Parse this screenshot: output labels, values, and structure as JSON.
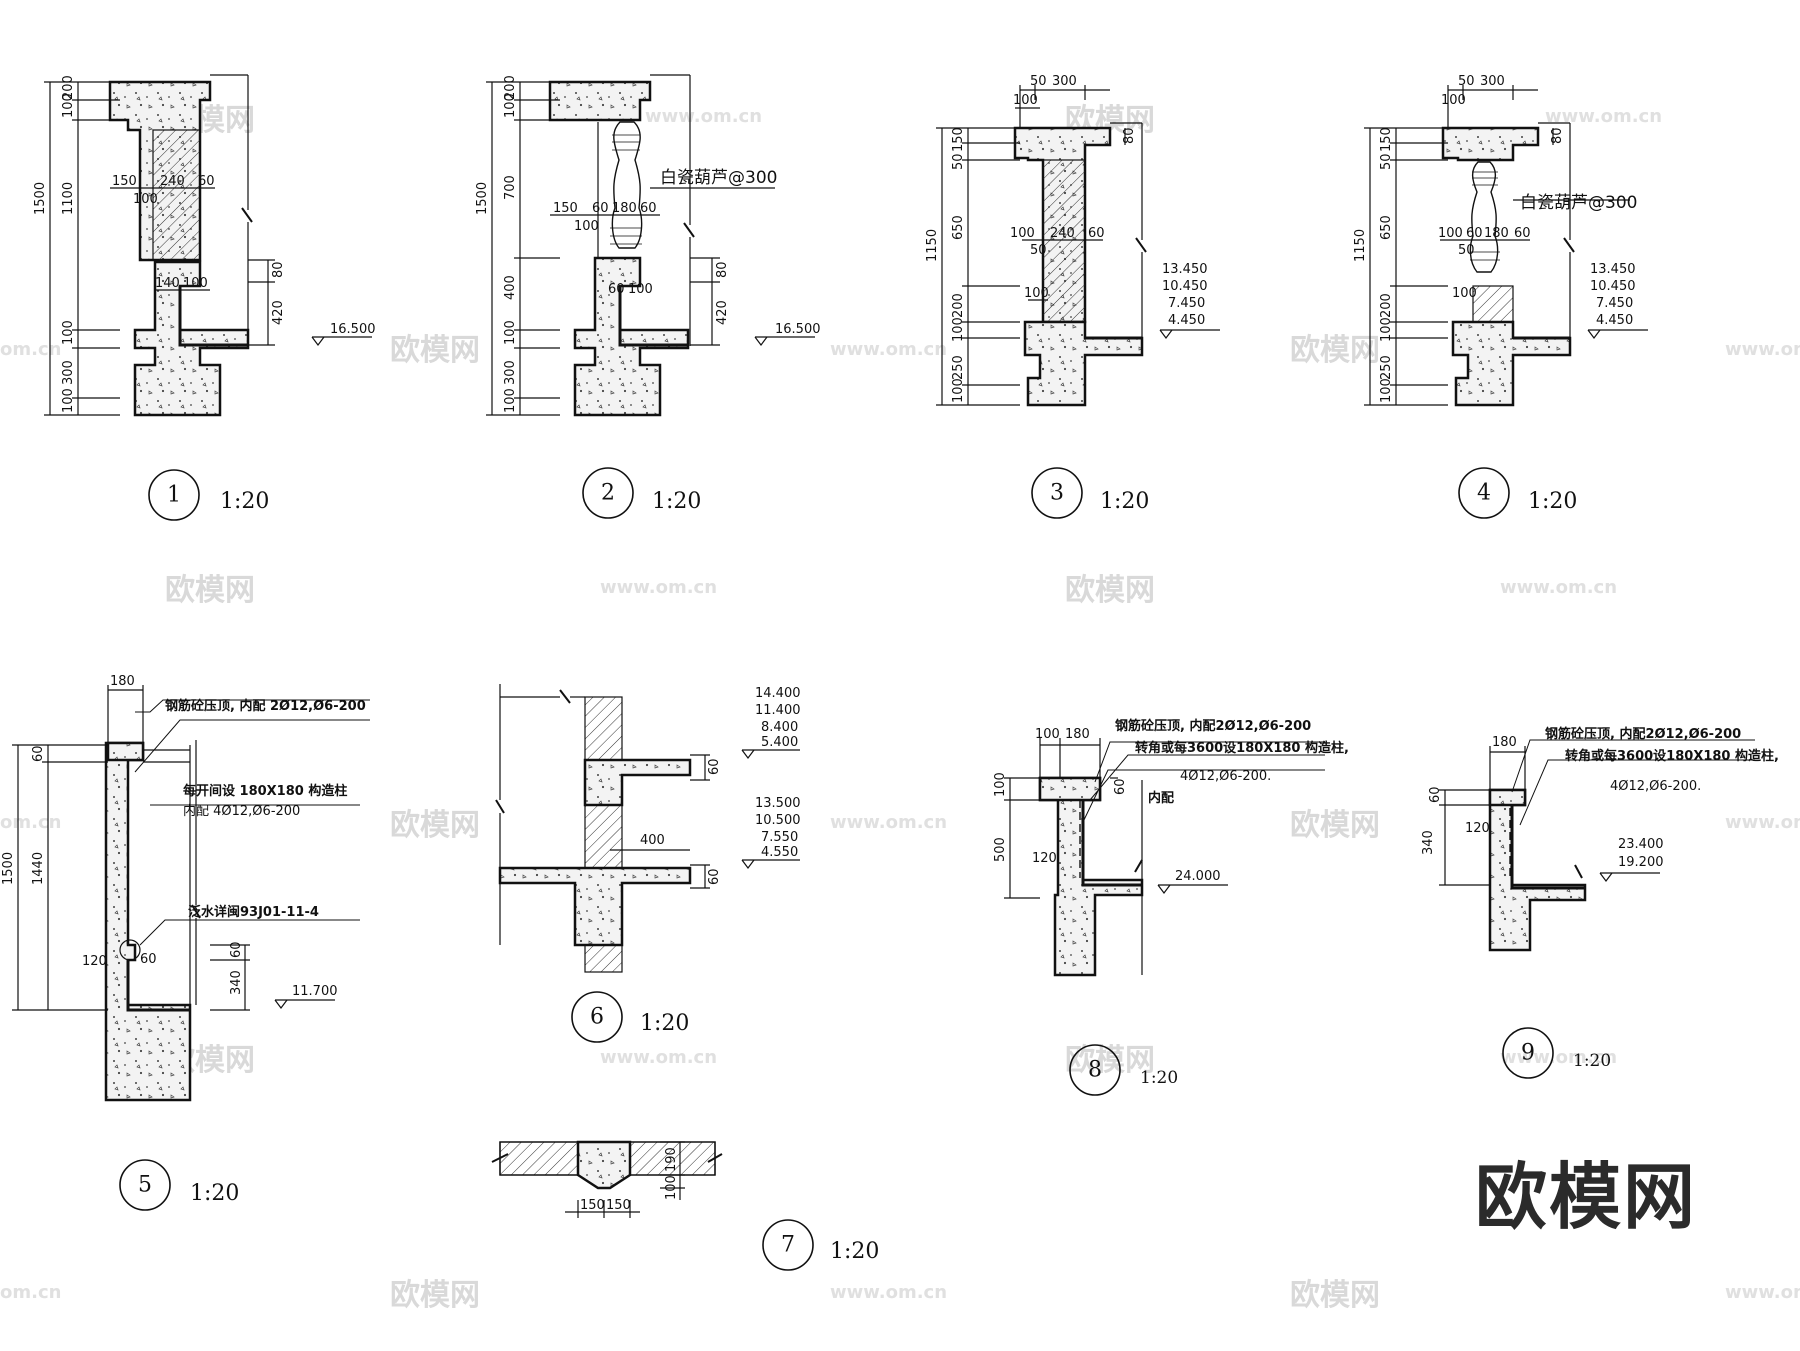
{
  "watermark": {
    "brand": "欧模网",
    "site": "www.om.cn",
    "site_partial": "om.cn",
    "big_logo": "欧模网"
  },
  "details": [
    {
      "num": "1",
      "scale": "1:20",
      "dims_left": [
        "1500",
        "1100",
        "100",
        "200",
        "100",
        "300",
        "100"
      ],
      "dims_h": [
        "150",
        "240",
        "60",
        "100",
        "140",
        "100"
      ],
      "dims_right": [
        "80",
        "420"
      ],
      "elev": "16.500"
    },
    {
      "num": "2",
      "scale": "1:20",
      "dims_left": [
        "1500",
        "700",
        "400",
        "100",
        "200",
        "100",
        "300",
        "100"
      ],
      "dims_h": [
        "150",
        "60",
        "180",
        "60",
        "100",
        "60",
        "100"
      ],
      "dims_right": [
        "80",
        "420"
      ],
      "elev": "16.500",
      "note": "白瓷葫芦@300"
    },
    {
      "num": "3",
      "scale": "1:20",
      "dims_top": [
        "50",
        "300",
        "100"
      ],
      "dims_left": [
        "1150",
        "650",
        "50",
        "150",
        "200",
        "100",
        "250",
        "100"
      ],
      "dims_h": [
        "100",
        "240",
        "60",
        "50",
        "100"
      ],
      "dims_right": [
        "80"
      ],
      "elevs": [
        "13.450",
        "10.450",
        "7.450",
        "4.450"
      ]
    },
    {
      "num": "4",
      "scale": "1:20",
      "dims_top": [
        "50",
        "300",
        "100"
      ],
      "dims_left": [
        "1150",
        "650",
        "50",
        "150",
        "200",
        "100",
        "250",
        "100"
      ],
      "dims_h": [
        "100",
        "60",
        "180",
        "60",
        "50",
        "100"
      ],
      "dims_right": [
        "80"
      ],
      "elevs": [
        "13.450",
        "10.450",
        "7.450",
        "4.450"
      ],
      "note": "白瓷葫芦@300"
    },
    {
      "num": "5",
      "scale": "1:20",
      "dims_top": [
        "180"
      ],
      "dims_left": [
        "1500",
        "1440",
        "60"
      ],
      "dims_misc": [
        "120",
        "60",
        "60",
        "340"
      ],
      "elev": "11.700",
      "notes": [
        "钢筋砼压顶, 内配 2Ø12,Ø6-200",
        "每开间设 180X180 构造柱",
        "内配 4Ø12,Ø6-200",
        "泛水详闽93J01-11-4"
      ]
    },
    {
      "num": "6",
      "scale": "1:20",
      "dims_misc": [
        "60",
        "400",
        "60"
      ],
      "elevs_a": [
        "14.400",
        "11.400",
        "8.400",
        "5.400"
      ],
      "elevs_b": [
        "13.500",
        "10.500",
        "7.550",
        "4.550"
      ]
    },
    {
      "num": "7",
      "scale": "1:20",
      "dims": [
        "150",
        "150",
        "100",
        "190"
      ]
    },
    {
      "num": "8",
      "scale": "1:20",
      "dims_top": [
        "100",
        "180"
      ],
      "dims_left": [
        "100",
        "500",
        "120",
        "60"
      ],
      "elev": "24.000",
      "notes": [
        "钢筋砼压顶, 内配2Ø12,Ø6-200",
        "转角或每3600设180X180 构造柱,",
        "内配",
        "4Ø12,Ø6-200."
      ]
    },
    {
      "num": "9",
      "scale": "1:20",
      "dims_top": [
        "180"
      ],
      "dims_left": [
        "60",
        "120",
        "340"
      ],
      "elevs": [
        "23.400",
        "19.200"
      ],
      "notes": [
        "钢筋砼压顶, 内配2Ø12,Ø6-200",
        "转角或每3600设180X180 构造柱,",
        "4Ø12,Ø6-200."
      ]
    }
  ]
}
